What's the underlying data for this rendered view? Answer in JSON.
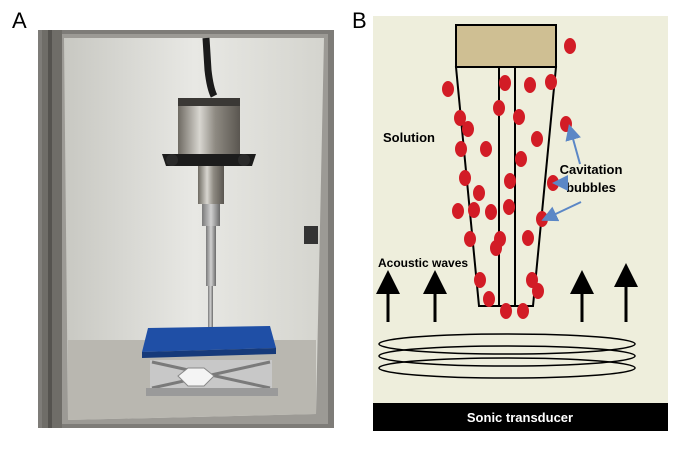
{
  "panels": {
    "a_label": "A",
    "b_label": "B"
  },
  "diagram": {
    "labels": {
      "solution": "Solution",
      "cavitation_line1": "Cavitation",
      "cavitation_line2": "bubbles",
      "acoustic_waves": "Acoustic waves",
      "transducer": "Sonic transducer"
    },
    "colors": {
      "background": "#eeeedc",
      "horn_cap": "#cfbf93",
      "bubble": "#d21c26",
      "arrow_pointer": "#5b87c6",
      "transducer_bar": "#000000"
    }
  },
  "photo": {
    "subject": "probe sonicator in enclosure on lab jack",
    "colors": {
      "enclosure": "#8a8a86",
      "interior": "#e4e4e0",
      "platform": "#1f4fa6"
    }
  }
}
